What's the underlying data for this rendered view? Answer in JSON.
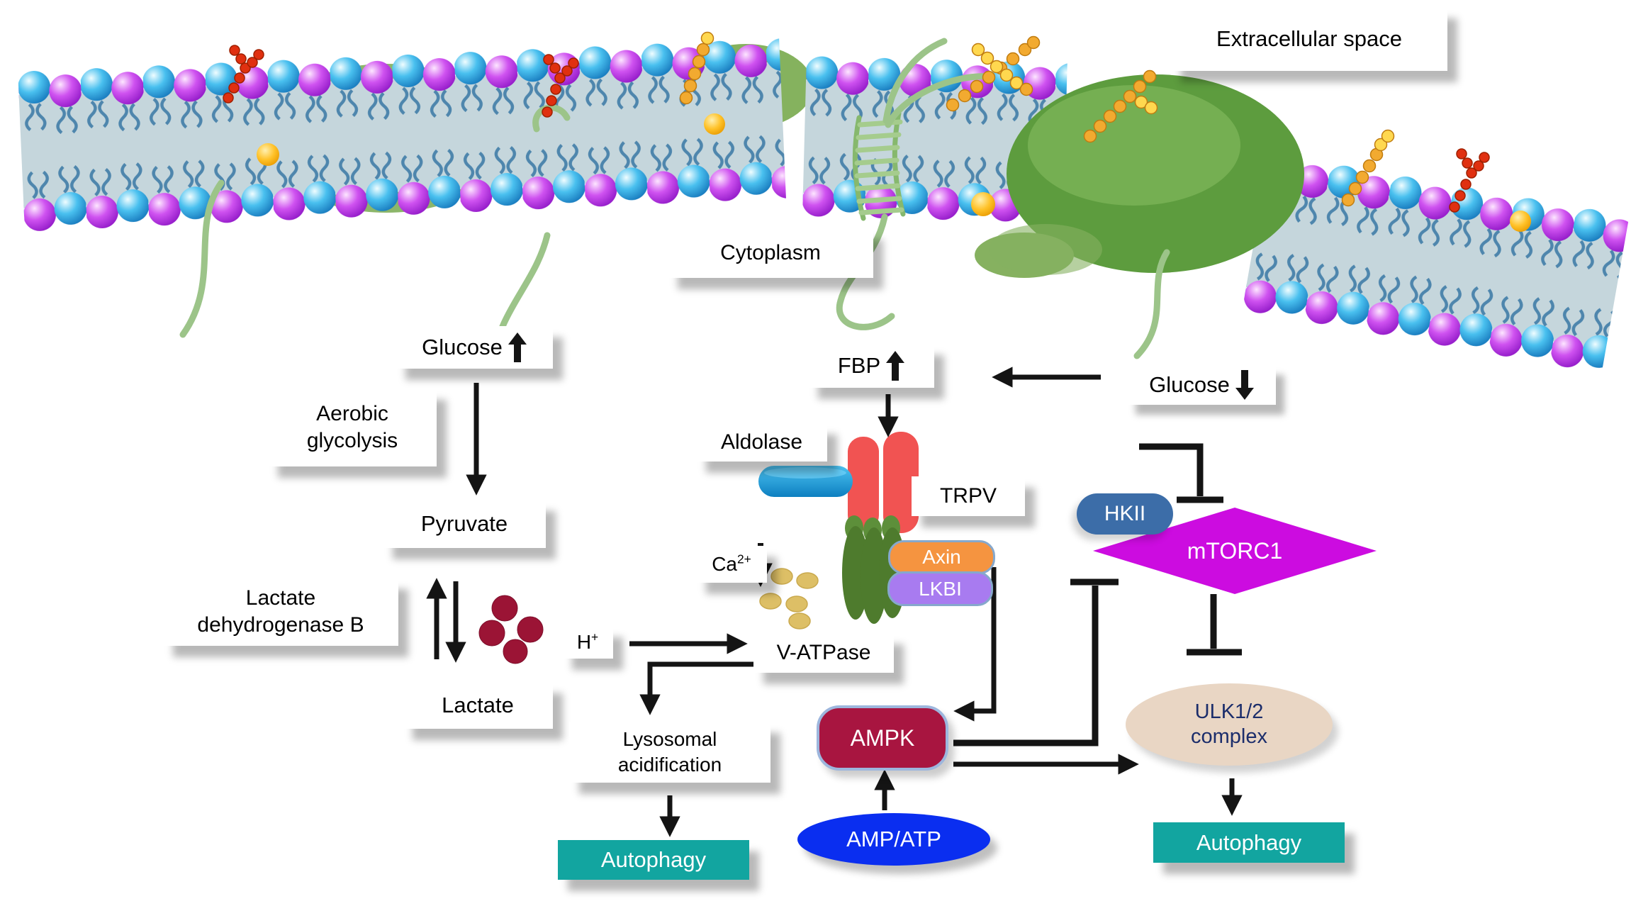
{
  "figure": {
    "extracellular": "Extracellular space",
    "cytoplasm": "Cytoplasm"
  },
  "left": {
    "glucose": "Glucose",
    "glucose_trend": "up",
    "aerobic": "Aerobic glycolysis",
    "pyruvate": "Pyruvate",
    "enzyme": "Lactate dehydrogenase B",
    "lactate": "Lactate"
  },
  "mid": {
    "fbp": "FBP",
    "fbp_trend": "up",
    "aldolase": "Aldolase",
    "trpv": "TRPV",
    "axin": "Axin",
    "lkbi": "LKBI",
    "ca_base": "Ca",
    "ca_sup": "2+",
    "ca_trend": "down",
    "h_base": "H",
    "h_sup": "+",
    "v_atpase": "V-ATPase",
    "lysosomal": "Lysosomal acidification",
    "autophagy": "Autophagy",
    "ampk": "AMPK",
    "amp_atp": "AMP/ATP"
  },
  "right": {
    "glucose": "Glucose",
    "glucose_trend": "down",
    "hkii": "HKII",
    "mtorc1": "mTORC1",
    "ulk": "ULK1/2 complex",
    "autophagy": "Autophagy"
  },
  "icons": {
    "up_arrow": "solid-black-up-arrow",
    "down_arrow": "solid-black-down-arrow",
    "activation": "black-arrowhead-line",
    "inhibition": "black-t-bar-line"
  },
  "colors": {
    "teal": "#12a5a0",
    "ampk_red": "#a81540",
    "amp_atp_blue": "#0a2ef0",
    "axin_orange": "#f59440",
    "lkbi_purple": "#a87bf0",
    "hkii_blue": "#3c6da8",
    "mtorc1_magenta": "#cc0ce0",
    "ulk_tan": "#e9d6c4",
    "ulk_text_navy": "#1b2d6b",
    "trpv_red": "#f15352",
    "aldolase_blue": "#189ad8",
    "channel_green": "#4e7b2d",
    "ca_ion_gold": "#ddbf66",
    "lactate_dot_maroon": "#9b1435",
    "arrow_black": "#141414"
  }
}
